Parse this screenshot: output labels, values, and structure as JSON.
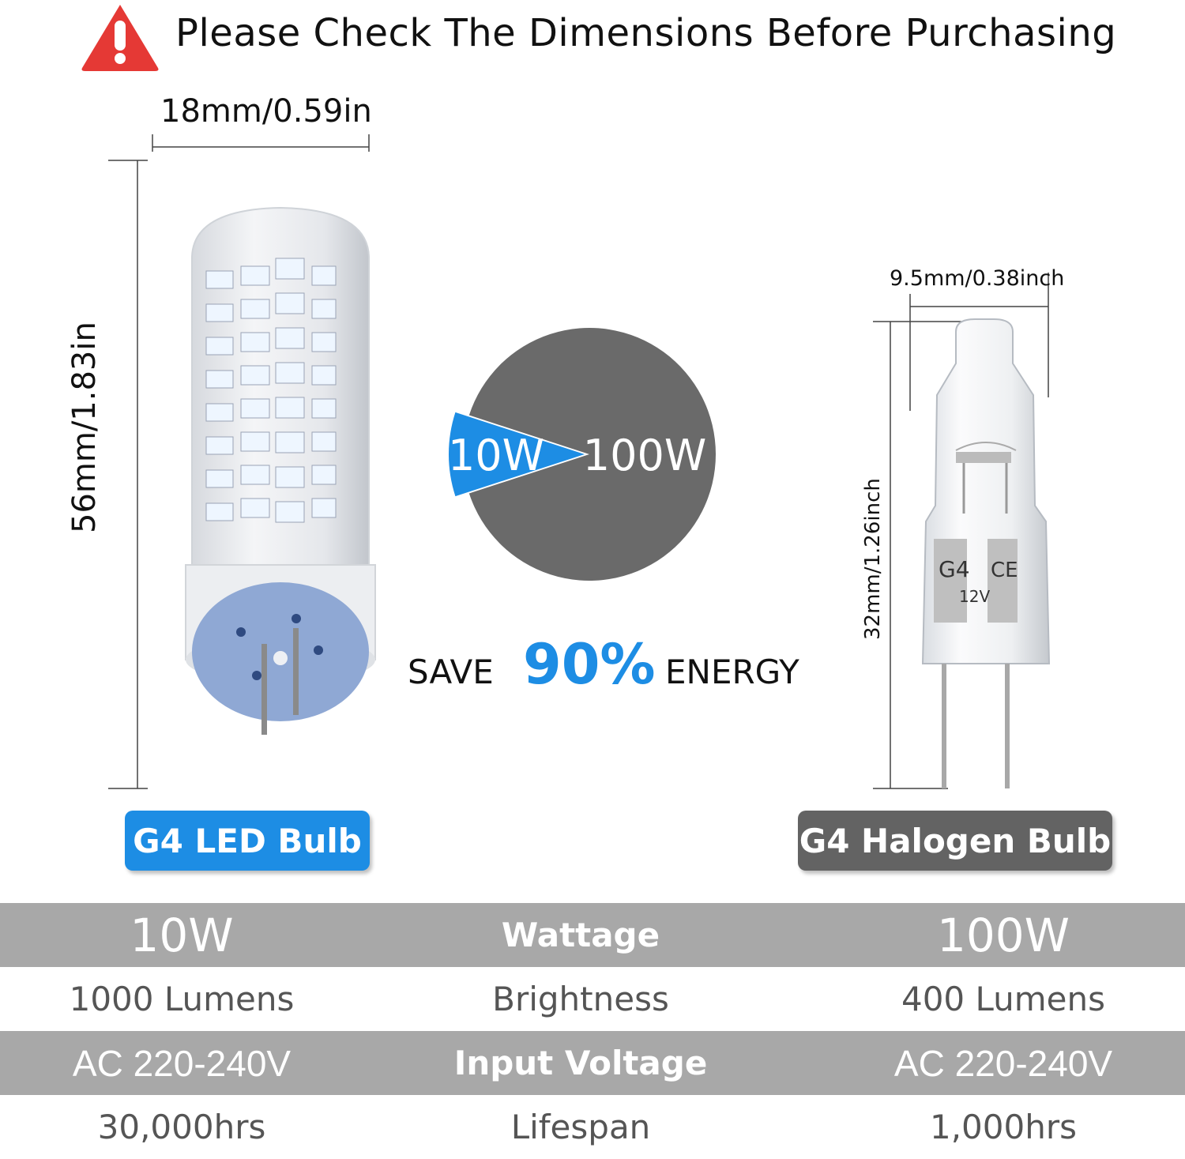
{
  "header": {
    "warning_icon": "warning-triangle-icon",
    "title": "Please Check The Dimensions Before Purchasing"
  },
  "led_bulb": {
    "width_label": "18mm/0.59in",
    "height_label": "56mm/1.83in",
    "name": "G4 LED Bulb"
  },
  "halogen_bulb": {
    "width_label": "9.5mm/0.38inch",
    "height_label": "32mm/1.26inch",
    "name": "G4 Halogen Bulb",
    "base_marking": "G4",
    "voltage_marking": "12V"
  },
  "power_chart": {
    "led_label": "10W",
    "halogen_label": "100W",
    "led_value": 10,
    "halogen_value": 100
  },
  "energy": {
    "save": "SAVE",
    "percent": "90%",
    "energy": "ENERGY"
  },
  "table": {
    "rows": [
      {
        "left": "10W",
        "mid": "Wattage",
        "right": "100W"
      },
      {
        "left": "1000 Lumens",
        "mid": "Brightness",
        "right": "400 Lumens"
      },
      {
        "left": "AC 220-240V",
        "mid": "Input Voltage",
        "right": "AC 220-240V"
      },
      {
        "left": "30,000hrs",
        "mid": "Lifespan",
        "right": "1,000hrs"
      }
    ]
  },
  "colors": {
    "accent_blue": "#1d8de4",
    "gray": "#636363",
    "warning_red": "#e53935"
  }
}
